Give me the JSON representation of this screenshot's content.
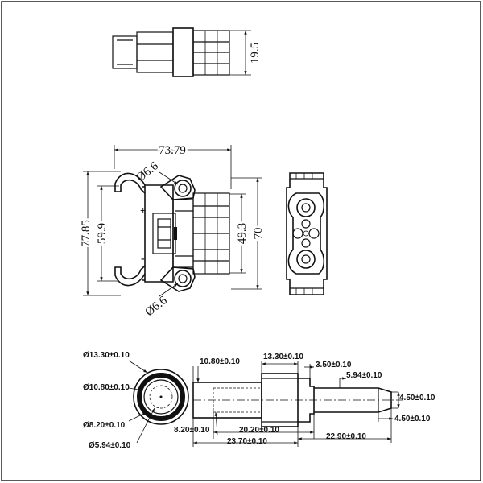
{
  "top_view": {
    "height": "19.5"
  },
  "front_view": {
    "width": "73.79",
    "hole_top": "Ø6.6",
    "hole_bottom": "Ø6.6",
    "outer_height": "77.85",
    "inner_height": "59.9",
    "window_height": "49.3",
    "body_height": "70",
    "plus_sign": "+",
    "minus_sign": "-"
  },
  "contact_end_view": {
    "d_outer": "Ø13.30±0.10",
    "d_inner": "Ø10.80±0.10",
    "d_bore": "Ø8.20±0.10",
    "d_pin": "Ø5.94±0.10"
  },
  "contact_side_view": {
    "len_10_80": "10.80±0.10",
    "len_13_30": "13.30±0.10",
    "len_3_50": "3.50±0.10",
    "len_5_94": "5.94±0.10",
    "len_4_50_top": "4.50±0.10",
    "len_4_50_bottom": "4.50±0.10",
    "len_8_20": "8.20±0.10",
    "len_20_20": "20.20±0.10",
    "len_23_70": "23.70±0.10",
    "len_22_90": "22.90±0.10"
  }
}
